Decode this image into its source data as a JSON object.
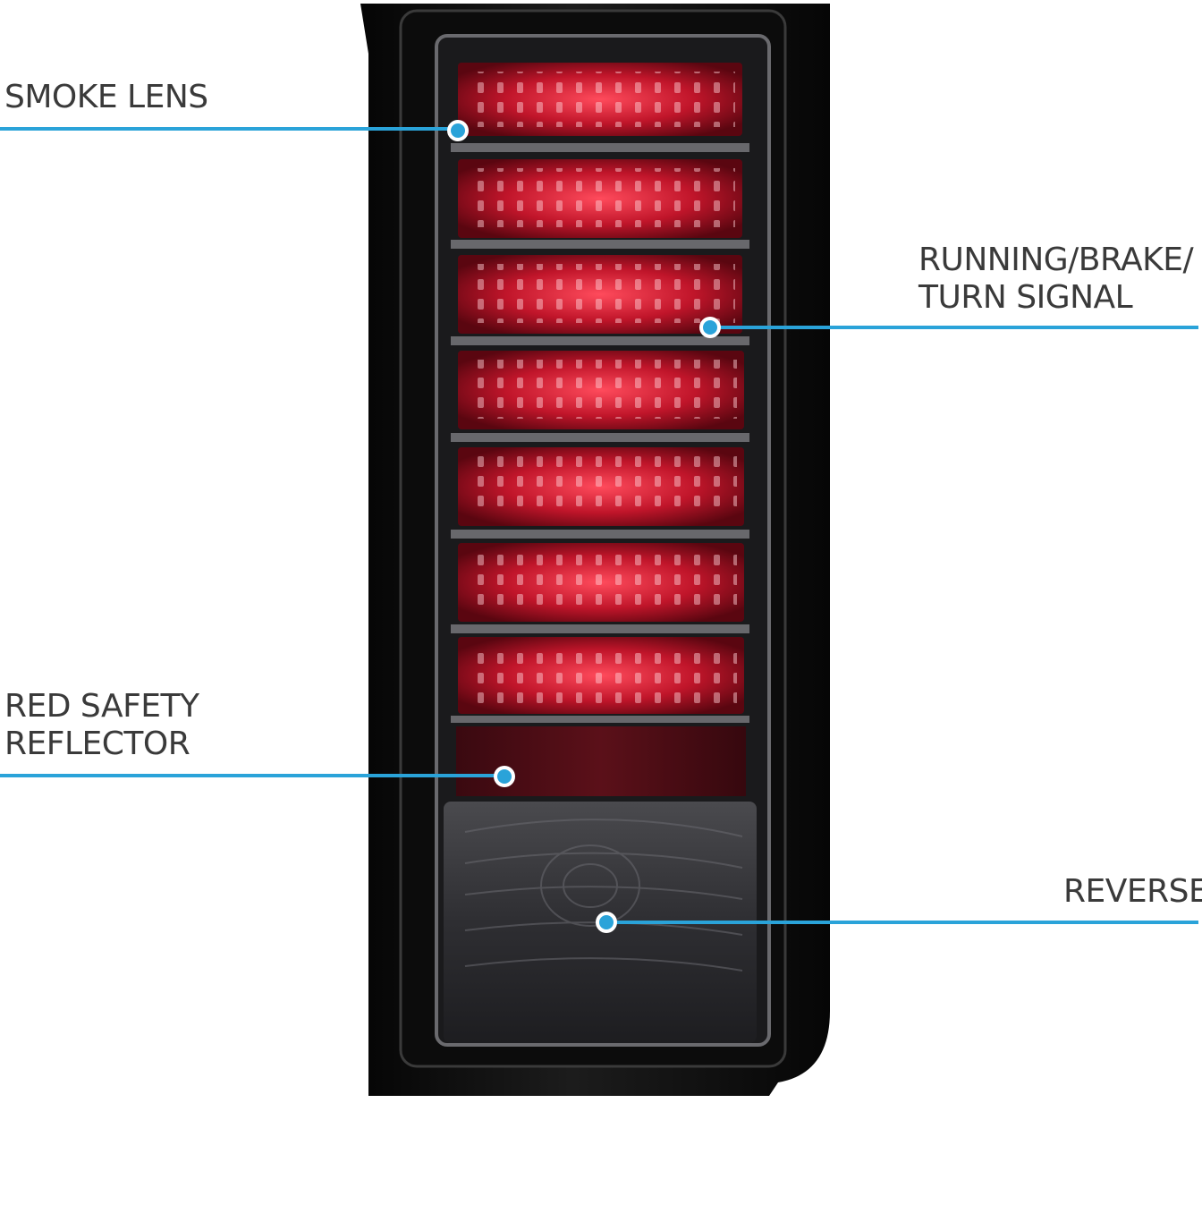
{
  "callouts": {
    "smoke_lens": {
      "line1": "SMOKE LENS"
    },
    "running_brake_turn": {
      "line1": "RUNNING/BRAKE/",
      "line2": "TURN SIGNAL"
    },
    "red_safety_reflector": {
      "line1": "RED SAFETY",
      "line2": "REFLECTOR"
    },
    "reverse": {
      "line1": "REVERSE"
    }
  },
  "colors": {
    "callout_line": "#2aa3d9",
    "callout_text": "#3a3a3a",
    "housing": "#111111",
    "led_red": "#c0152a",
    "reflector": "#4a0d14",
    "smoke": "#3a3a3e"
  },
  "icons": {
    "callout_marker": "callout-dot-icon"
  }
}
